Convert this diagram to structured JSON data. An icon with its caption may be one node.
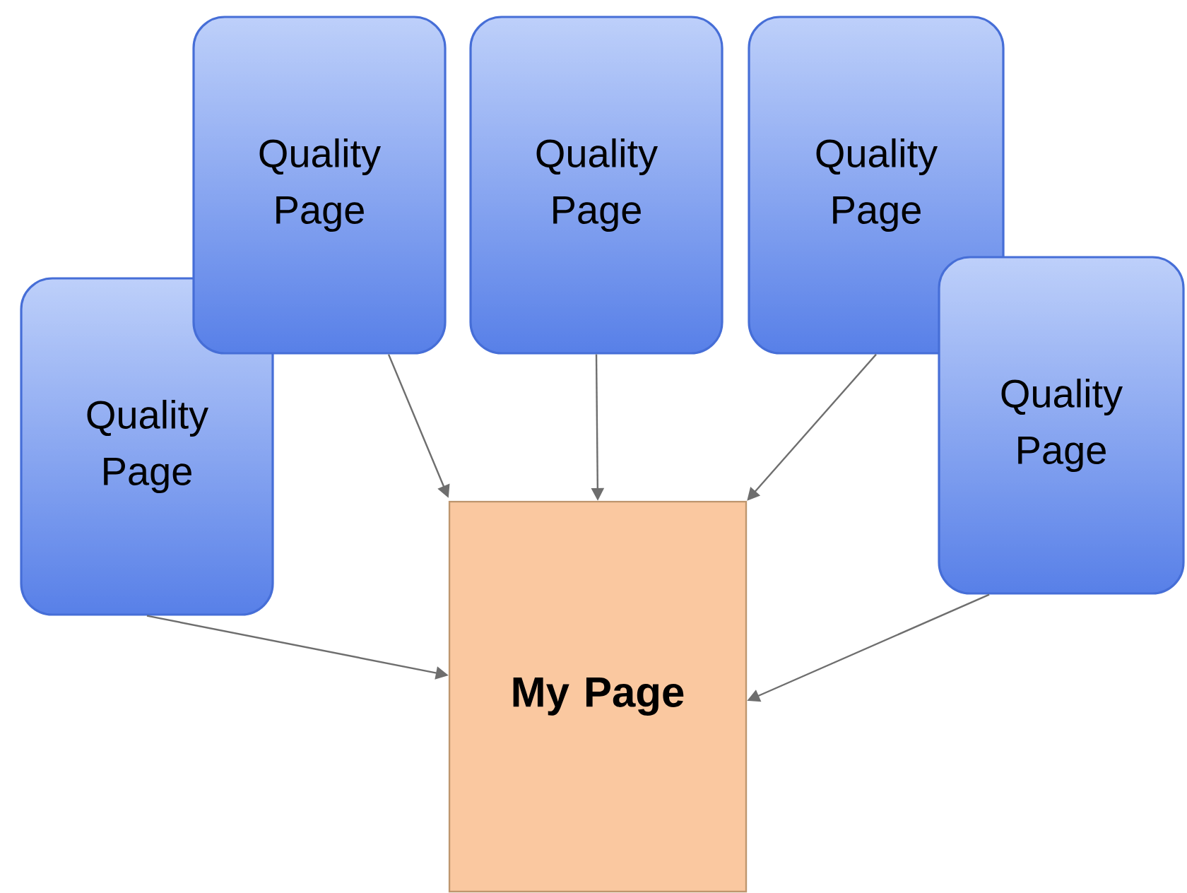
{
  "diagram": {
    "nodes": [
      {
        "text": [
          "Quality Page"
        ]
      },
      {
        "text": [
          "Quality Page"
        ]
      },
      {
        "text": [
          "Quality Page"
        ]
      },
      {
        "text": [
          "Quality Page"
        ]
      },
      {
        "text": [
          "Quality Page"
        ]
      },
      {
        "text": [
          "My Page"
        ]
      }
    ],
    "edges": [
      {
        "from": 0,
        "to": 5,
        "arrow": "to"
      },
      {
        "from": 1,
        "to": 5,
        "arrow": "to"
      },
      {
        "from": 2,
        "to": 5,
        "arrow": "to"
      },
      {
        "from": 3,
        "to": 5,
        "arrow": "to"
      },
      {
        "from": 4,
        "to": 5,
        "arrow": "to"
      }
    ]
  }
}
